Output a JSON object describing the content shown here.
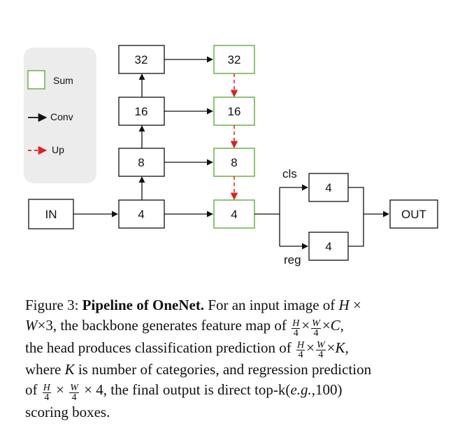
{
  "legend": {
    "sum_label": "Sum",
    "conv_label": "Conv",
    "up_label": "Up"
  },
  "colors": {
    "green": "#6ab04c",
    "red": "#e0201b",
    "legend_bg": "#ececec"
  },
  "diagram": {
    "input_label": "IN",
    "output_label": "OUT",
    "backbone_blocks": [
      "32",
      "16",
      "8",
      "4"
    ],
    "fpn_blocks": [
      "32",
      "16",
      "8",
      "4"
    ],
    "cls_label": "cls",
    "reg_label": "reg",
    "cls_block": "4",
    "reg_block": "4"
  },
  "caption": {
    "figure_label": "Figure 3:",
    "title": "Pipeline of OneNet.",
    "part1": "For an input image of",
    "H": "H",
    "times": "×",
    "W": "W",
    "three": "3, the backbone generates feature map of",
    "four": "4",
    "C": "C,",
    "part2": "the head produces classification prediction of",
    "K": "K,",
    "part3": "where",
    "K2": "K",
    "part4": "is number of categories, and regression prediction",
    "of": "of",
    "part5": "4, the final output is direct top-k(",
    "eg": "e.g.",
    "part6": ",100)",
    "part7": "scoring boxes."
  }
}
